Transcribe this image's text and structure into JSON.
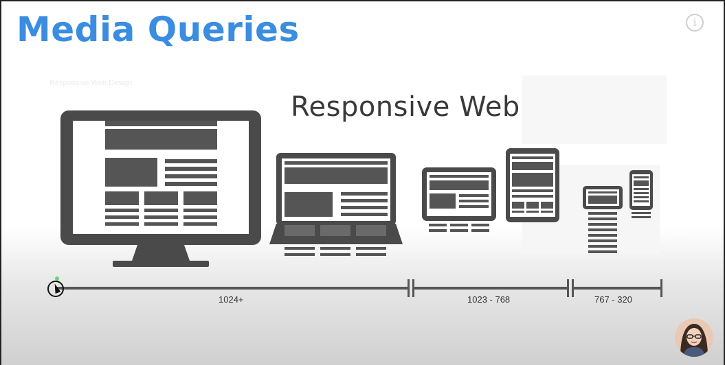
{
  "slide": {
    "title": "Media Queries",
    "subtitle": "Responsive Web Design",
    "ghost_text": "Responsive Web Design"
  },
  "ranges": [
    {
      "label": "1024+"
    },
    {
      "label": "1023 - 768"
    },
    {
      "label": "767 - 320"
    }
  ],
  "icons": {
    "info": "info-icon",
    "cursor": "pointer-cursor-icon",
    "avatar": "presenter-avatar"
  },
  "colors": {
    "title": "#3a8de0",
    "device": "#4a4a4a",
    "text": "#3a3a3a"
  }
}
